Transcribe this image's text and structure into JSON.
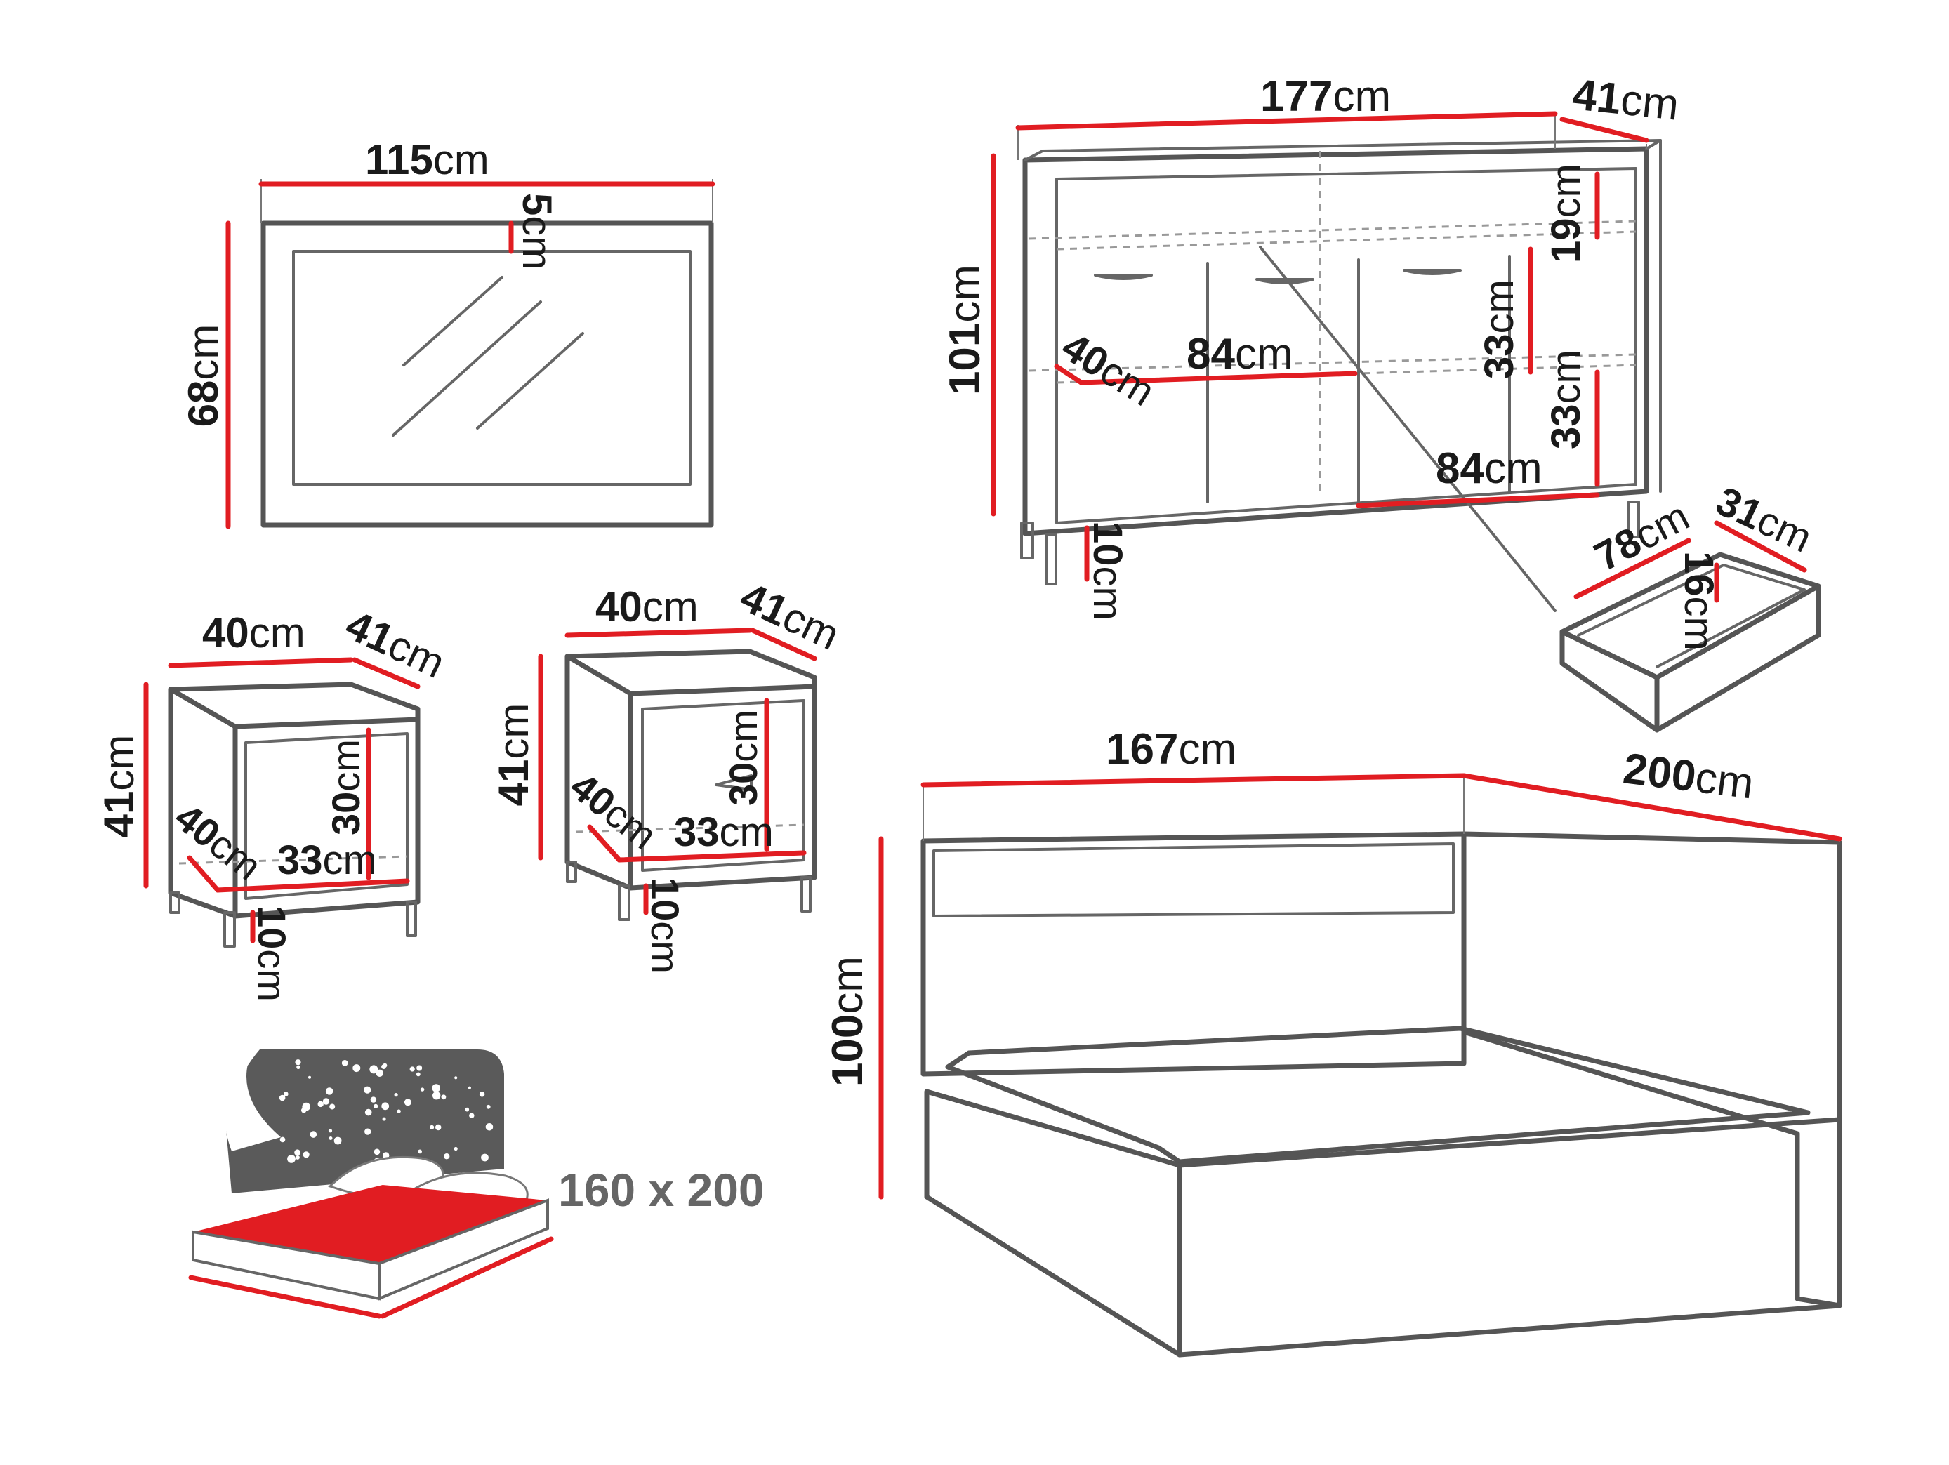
{
  "colors": {
    "accent": "#e11d22",
    "outline": "#555555",
    "text": "#1a1a1a",
    "mattress_side": "#666666",
    "mattress_top": "#e11d22"
  },
  "units": {
    "cm": "cm"
  },
  "mirror": {
    "width": "115",
    "height": "68",
    "frame": "5"
  },
  "sideboard": {
    "width": "177",
    "depth": "41",
    "height": "101",
    "legs": "10",
    "shelf_depth": "40",
    "shelf_width_top": "84",
    "shelf_width_bottom": "84",
    "top_compartment": "19",
    "inner_height_1": "33",
    "inner_height_2": "33"
  },
  "drawer": {
    "width": "78",
    "depth": "31",
    "height": "16"
  },
  "nightstand_left": {
    "width": "40",
    "depth": "41",
    "height": "41",
    "inner_depth": "40",
    "inner_width": "33",
    "inner_height": "30",
    "legs": "10"
  },
  "nightstand_right": {
    "width": "40",
    "depth": "41",
    "height": "41",
    "inner_depth": "40",
    "inner_width": "33",
    "inner_height": "30",
    "legs": "10"
  },
  "bed": {
    "width": "167",
    "length": "200",
    "height": "100"
  },
  "mattress": {
    "size_label": "160 x 200"
  }
}
